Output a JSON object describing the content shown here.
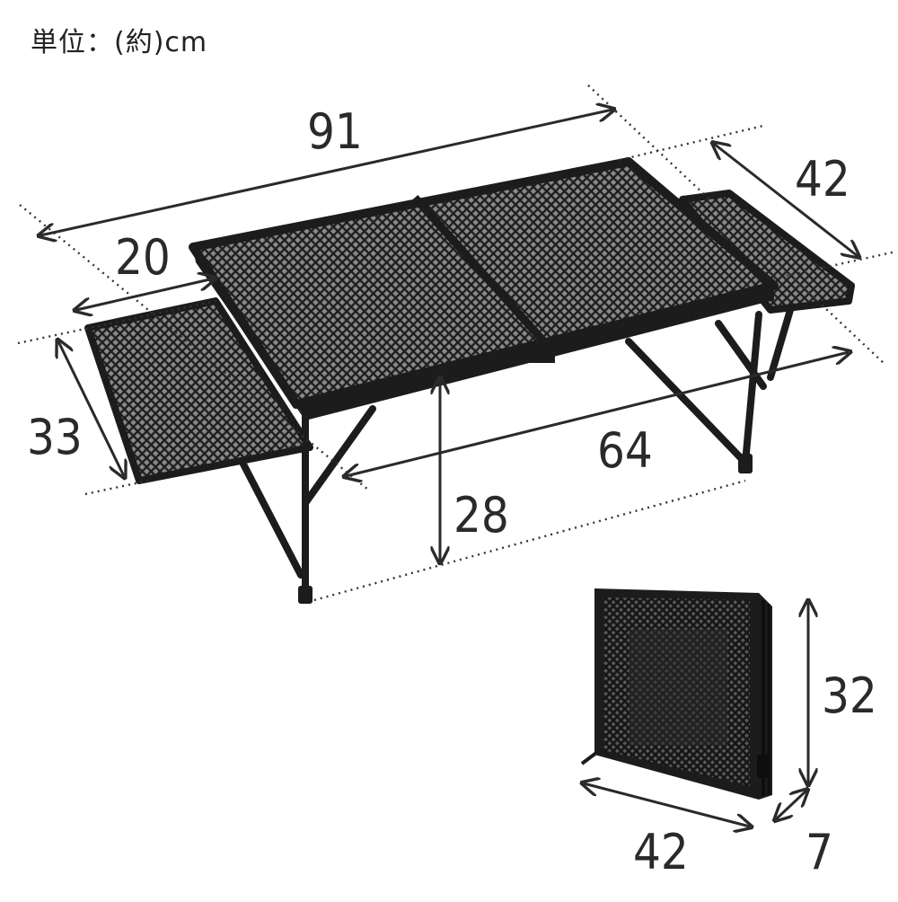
{
  "unit_label": "単位：(約)cm",
  "dimensions": {
    "length": "91",
    "depth": "42",
    "side_table_width": "20",
    "side_table_depth": "33",
    "leg_span": "64",
    "height": "28",
    "folded_height": "32",
    "folded_width": "42",
    "folded_thickness": "7"
  },
  "colors": {
    "frame": "#1c1c1c",
    "mesh": "#3a3a3a",
    "guide": "#333333",
    "arrow": "#2a2a2a"
  }
}
